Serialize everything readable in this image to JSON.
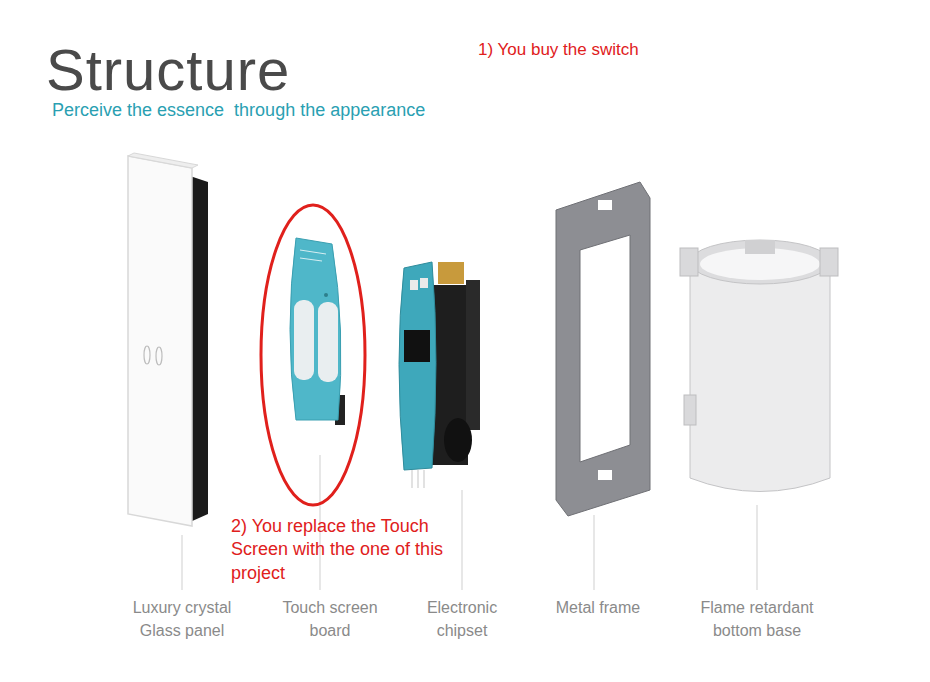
{
  "diagram": {
    "title": "Structure",
    "labels": [
      "Perceive the essence  through the appearance",
      "1) You buy the switch",
      "2) You replace the Touch Screen with the one of this project",
      "Luxury crystal Glass panel",
      "Touch screen board",
      "Electronic chipset",
      "Metal frame",
      "Flame retardant bottom base"
    ]
  }
}
